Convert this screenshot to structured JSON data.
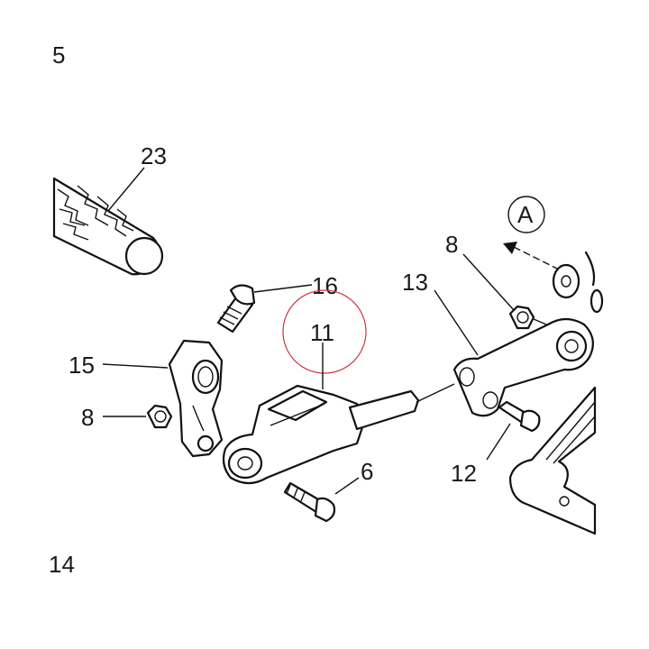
{
  "figure": {
    "callouts": {
      "c23": "23",
      "c16": "16",
      "c11": "11",
      "c15": "15",
      "c8a": "8",
      "c8b": "8",
      "c13": "13",
      "c6": "6",
      "c12": "12",
      "cA": "A",
      "c5": "5",
      "c14": "14"
    },
    "highlight_color": "#cc3344",
    "line_color": "#111111"
  }
}
